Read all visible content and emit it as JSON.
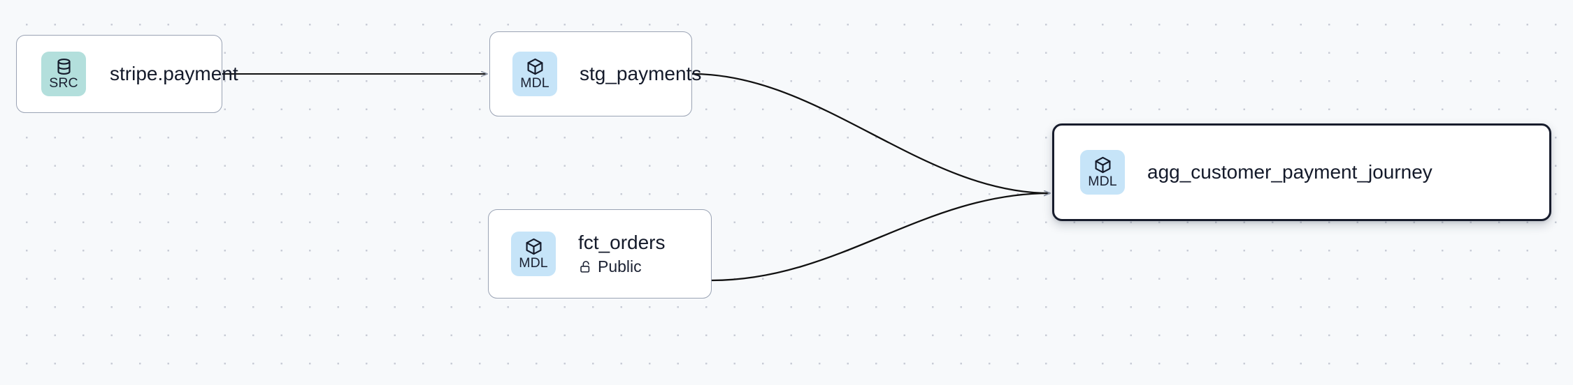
{
  "graph": {
    "title": "data-lineage-graph",
    "background_color": "#f7f9fb",
    "grid_dot_color": "#c8ccd6",
    "edge_color": "#111111",
    "arrow_color": "#8b93a3",
    "selected_border_color": "#171c2c",
    "node_border_color": "#9aa3b4",
    "nodes": [
      {
        "id": "stripe-payment",
        "title": "stripe.payment",
        "badge_label": "SRC",
        "badge_icon": "database-icon",
        "badge_color": "#b3dfdc",
        "selected": false,
        "subtitle": null,
        "subtitle_icon": null
      },
      {
        "id": "stg-payments",
        "title": "stg_payments",
        "badge_label": "MDL",
        "badge_icon": "cube-icon",
        "badge_color": "#c6e4f8",
        "selected": false,
        "subtitle": null,
        "subtitle_icon": null
      },
      {
        "id": "fct-orders",
        "title": "fct_orders",
        "badge_label": "MDL",
        "badge_icon": "cube-icon",
        "badge_color": "#c6e4f8",
        "selected": false,
        "subtitle": "Public",
        "subtitle_icon": "unlock-icon"
      },
      {
        "id": "agg-journey",
        "title": "agg_customer_payment_journey",
        "badge_label": "MDL",
        "badge_icon": "cube-icon",
        "badge_color": "#c6e4f8",
        "selected": true,
        "subtitle": null,
        "subtitle_icon": null
      }
    ],
    "edges": [
      {
        "id": "edge-stripe-to-stg",
        "from": "stripe-payment",
        "to": "stg-payments",
        "style": "straight"
      },
      {
        "id": "edge-stg-to-agg",
        "from": "stg-payments",
        "to": "agg-journey",
        "style": "bezier"
      },
      {
        "id": "edge-fct-to-agg",
        "from": "fct-orders",
        "to": "agg-journey",
        "style": "bezier"
      }
    ]
  }
}
